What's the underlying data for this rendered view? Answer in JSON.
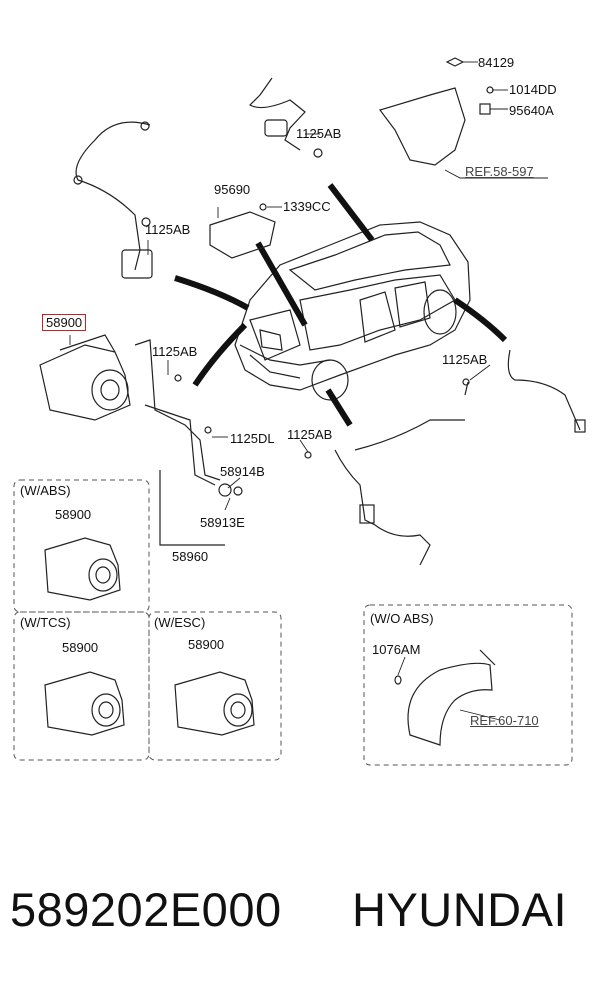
{
  "labels": {
    "p84129": "84129",
    "p1014DD": "1014DD",
    "p95640A": "95640A",
    "ref58597": "REF.58-597",
    "p1125AB_top": "1125AB",
    "p95690": "95690",
    "p1339CC": "1339CC",
    "p1125AB_left": "1125AB",
    "p58900_main": "58900",
    "p1125AB_mid": "1125AB",
    "p1125AB_right": "1125AB",
    "p1125DL": "1125DL",
    "p1125AB_low": "1125AB",
    "p58914B": "58914B",
    "p58913E": "58913E",
    "p58960": "58960"
  },
  "boxes": {
    "abs": {
      "title": "(W/ABS)",
      "part": "58900"
    },
    "tcs": {
      "title": "(W/TCS)",
      "part": "58900"
    },
    "esc": {
      "title": "(W/ESC)",
      "part": "58900"
    },
    "wo_abs": {
      "title": "(W/O ABS)",
      "part": "1076AM",
      "ref": "REF.60-710"
    }
  },
  "footer": {
    "part_number": "589202E000",
    "brand": "HYUNDAI"
  },
  "colors": {
    "highlight": "#d01c1c",
    "line": "#222222",
    "dashed": "#555555"
  }
}
